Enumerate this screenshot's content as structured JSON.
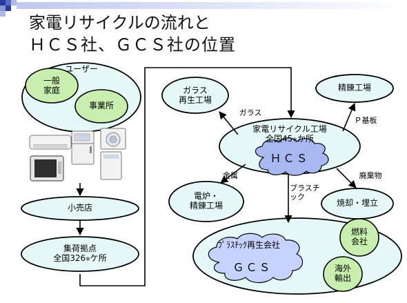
{
  "title": {
    "line1": "家電リサイクルの流れと",
    "line2": "ＨＣＳ社、ＧＣＳ社の位置"
  },
  "colors": {
    "panel_fill": "#e6f8f8",
    "panel_stroke": "#000000",
    "inner_fill": "#c8efb0",
    "cloud_fill": "#aab8f2",
    "cloud_light_fill": "#c6d2ff",
    "header_bar": "#2a3aa0"
  },
  "icons": {
    "header_squares": "decorative-squares",
    "appliances": "home-appliances-illustration"
  },
  "nodes": {
    "users": "ユーザー",
    "household": {
      "line1": "一般",
      "line2": "家庭"
    },
    "business": "事業所",
    "retailer": "小売店",
    "collection": {
      "line1": "集荷拠点",
      "line2": "全国326",
      "note": "※",
      "suffix": "ケ所"
    },
    "glass_recycle": {
      "line1": "ガラス",
      "line2": "再生工場"
    },
    "refinery_top": "精錬工場",
    "recycle_plant": {
      "line1": "家電リサイクル工場",
      "line2": "全国45",
      "note": "※",
      "suffix": "か所"
    },
    "hcs": "ＨＣＳ",
    "furnace": {
      "line1": "電炉・",
      "line2": "精錬工場"
    },
    "incineration": "焼却・埋立",
    "plastic_company": "ﾌﾟﾗｽﾁｯｸ再生会社",
    "gcs": "ＧＣＳ",
    "fuel_company": {
      "line1": "燃料",
      "line2": "会社"
    },
    "export": {
      "line1": "海外",
      "line2": "輸出"
    }
  },
  "edges": {
    "glass": "ガラス",
    "pcb": "Ｐ基板",
    "metal": "金属",
    "plastic": {
      "line1": "プラスチ",
      "line2": "ック"
    },
    "waste": "廃棄物"
  }
}
